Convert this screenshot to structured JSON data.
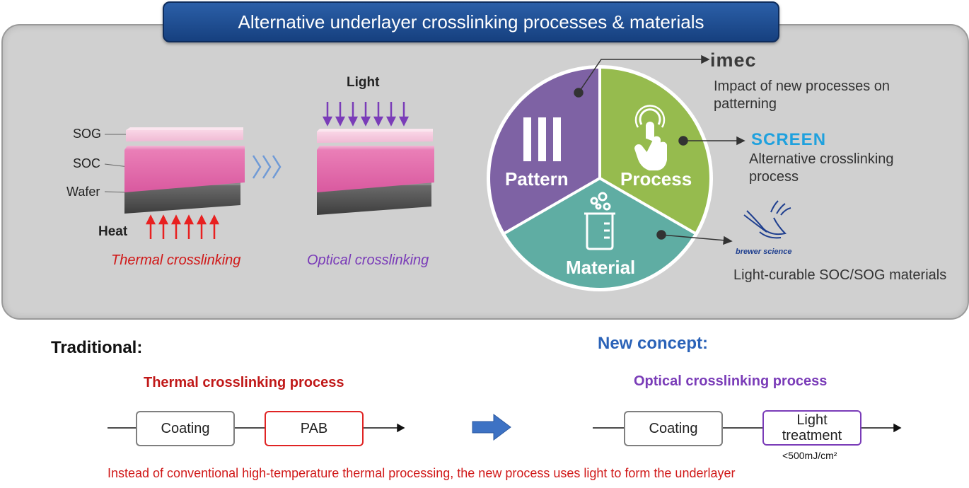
{
  "header": {
    "title": "Alternative underlayer crosslinking processes & materials"
  },
  "stack": {
    "layers": [
      "SOG",
      "SOC",
      "Wafer"
    ],
    "heat_label": "Heat",
    "light_label": "Light",
    "thermal_caption": "Thermal crosslinking",
    "optical_caption": "Optical crosslinking"
  },
  "wheel": {
    "segments": [
      "Pattern",
      "Process",
      "Material"
    ],
    "colors": {
      "pattern": "#7e62a4",
      "process": "#96bb4e",
      "material": "#5fada3"
    }
  },
  "partners": [
    {
      "logo": "imec",
      "text": "Impact of new processes on patterning"
    },
    {
      "logo": "SCREEN",
      "text": "Alternative crosslinking process"
    },
    {
      "logo": "brewer science",
      "text": "Light-curable SOC/SOG materials"
    }
  ],
  "traditional": {
    "heading": "Traditional:",
    "subheading": "Thermal crosslinking process",
    "steps": [
      "Coating",
      "PAB"
    ]
  },
  "new_concept": {
    "heading": "New concept:",
    "subheading": "Optical crosslinking process",
    "steps": [
      "Coating",
      "Light treatment"
    ],
    "dose_note": "<500mJ/cm²"
  },
  "footer_note": "Instead of conventional high-temperature thermal processing, the new process uses light to form the underlayer",
  "colors": {
    "title_bar": "#1f4f94",
    "accent_red": "#d01818",
    "accent_purple": "#7a3cb8",
    "accent_blue": "#2a62b8"
  }
}
